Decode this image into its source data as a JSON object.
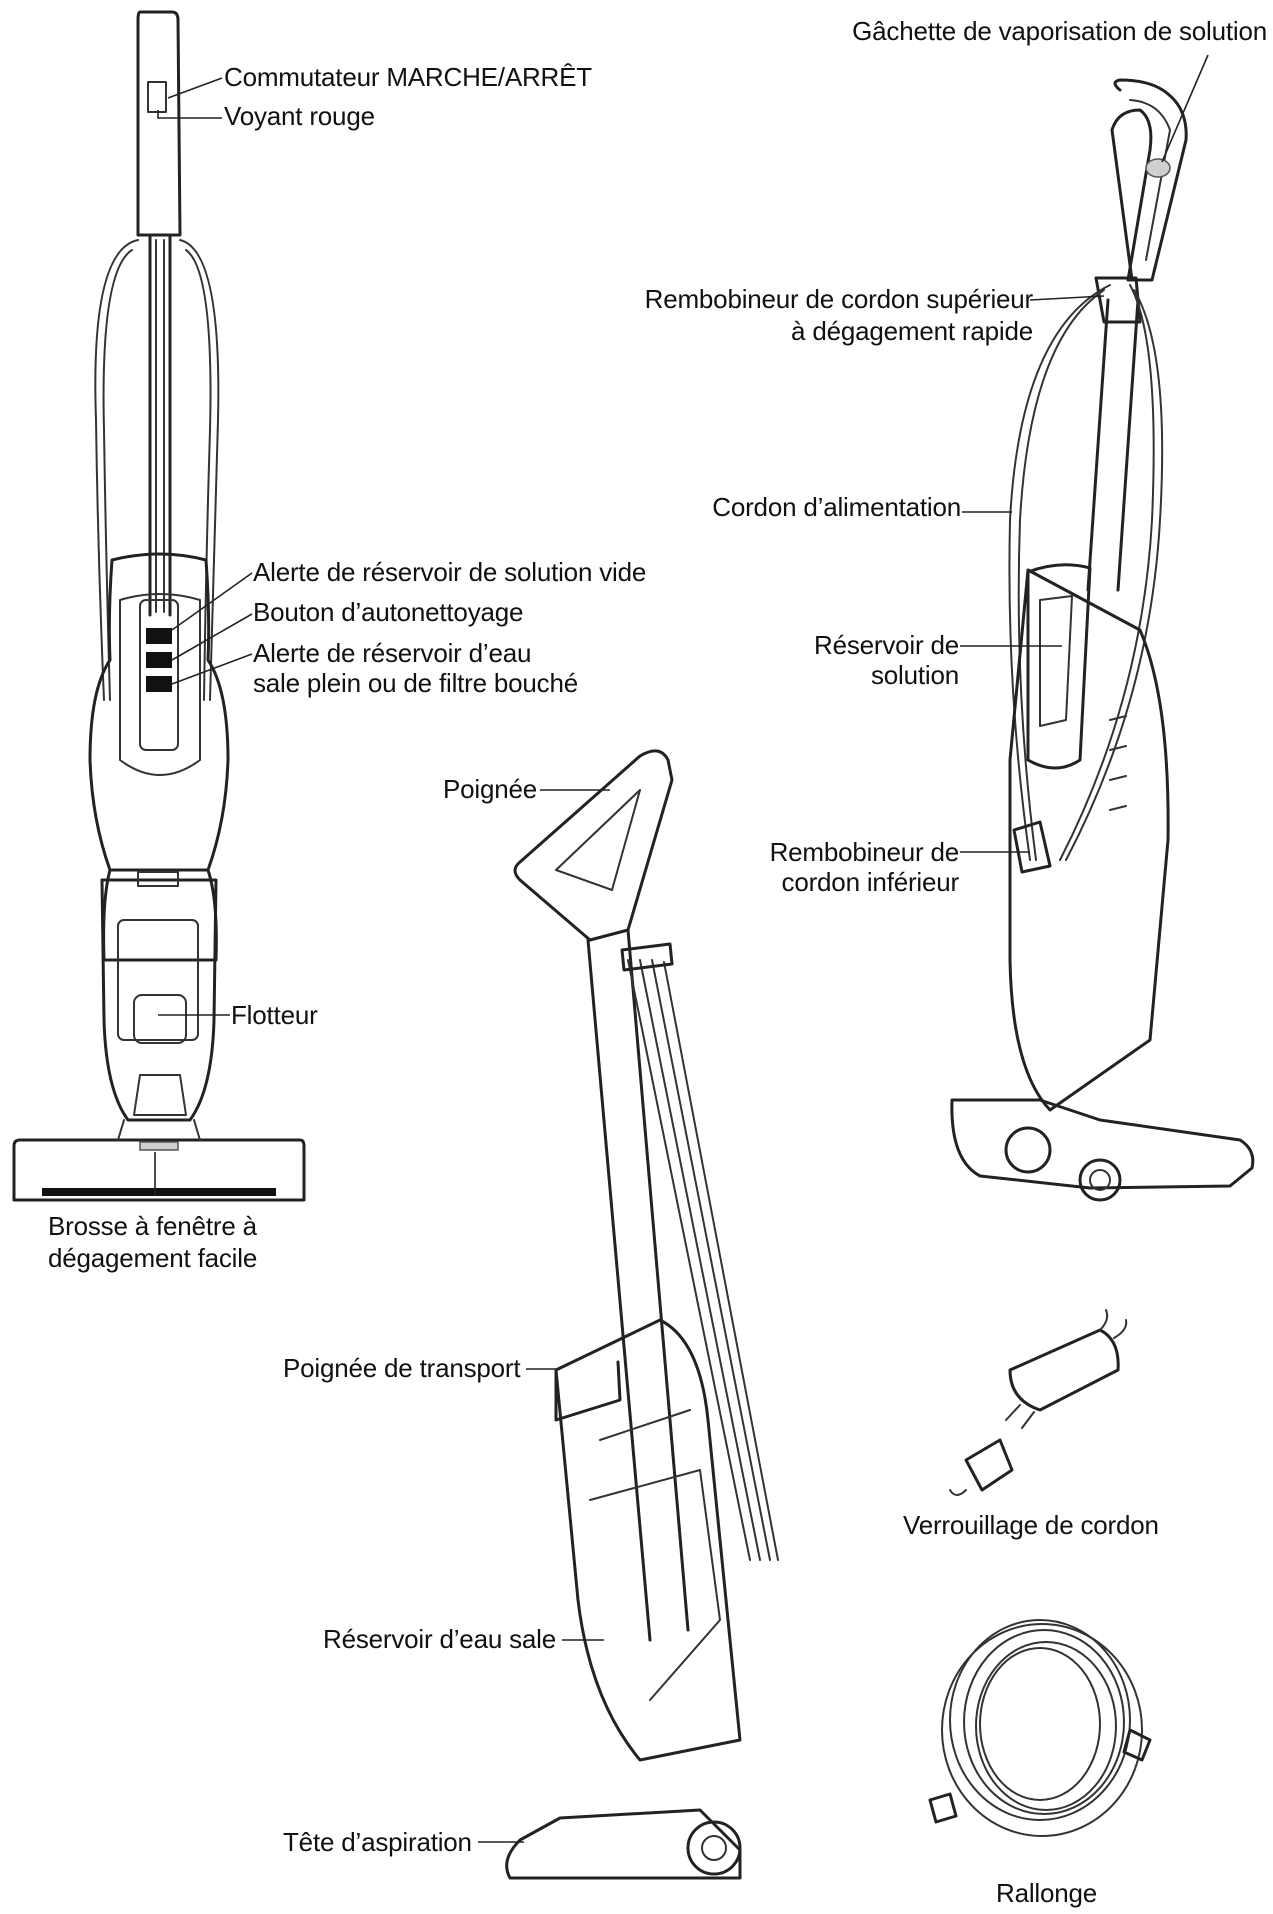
{
  "labels": {
    "on_off_switch": "Commutateur MARCHE/ARRÊT",
    "red_light": "Voyant rouge",
    "empty_solution_alert": "Alerte de réservoir de solution vide",
    "self_clean_button": "Bouton d’autonettoyage",
    "dirty_tank_alert_line1": "Alerte de réservoir d’eau",
    "dirty_tank_alert_line2": "sale plein ou de filtre bouché",
    "float": "Flotteur",
    "window_brush_line1": "Brosse à fenêtre à",
    "window_brush_line2": "dégagement facile",
    "spray_trigger": "Gâchette de vaporisation de solution",
    "upper_cord_wrap_line1": "Rembobineur de cordon supérieur",
    "upper_cord_wrap_line2": "à dégagement rapide",
    "power_cord": "Cordon d’alimentation",
    "solution_tank_line1": "Réservoir de",
    "solution_tank_line2": "solution",
    "lower_cord_wrap_line1": "Rembobineur de",
    "lower_cord_wrap_line2": "cordon inférieur",
    "handle": "Poignée",
    "carry_handle": "Poignée de transport",
    "dirty_water_tank": "Réservoir d’eau sale",
    "nozzle": "Tête d’aspiration",
    "cord_lock": "Verrouillage de cordon",
    "extension_cord": "Rallonge"
  }
}
